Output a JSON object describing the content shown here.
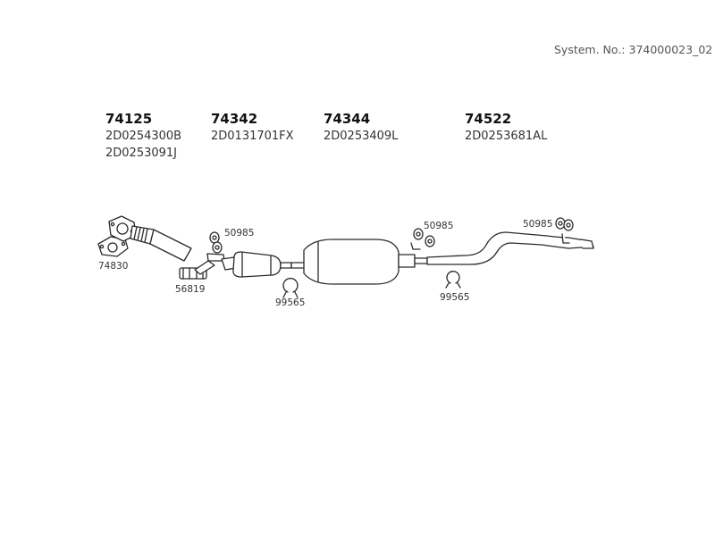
{
  "system_number": "System. No.: 374000023_02",
  "groups": [
    {
      "number": "74125",
      "codes": [
        "2D0254300B",
        "2D0253091J"
      ]
    },
    {
      "number": "74342",
      "codes": [
        "2D0131701FX"
      ]
    },
    {
      "number": "74344",
      "codes": [
        "2D0253409L"
      ]
    },
    {
      "number": "74522",
      "codes": [
        "2D0253681AL"
      ]
    }
  ],
  "part_labels": {
    "gasket": "74830",
    "clamp_sleeve": "56819",
    "hanger_1": "50985",
    "hanger_2": "50985",
    "hanger_3": "50985",
    "ring_clamp_1": "99565",
    "ring_clamp_2": "99565"
  }
}
